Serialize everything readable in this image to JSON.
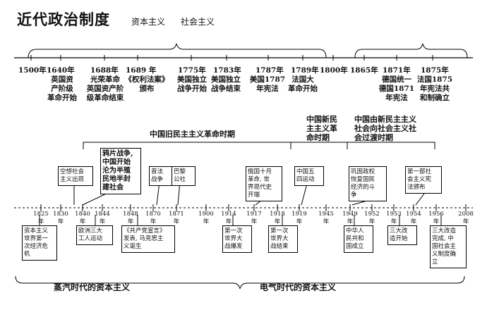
{
  "header": {
    "title": "近代政治制度",
    "tag_capitalism": "资本主义",
    "tag_socialism": "社会主义"
  },
  "timeline_top": {
    "years": [
      "1500年",
      "1640年",
      "1688年",
      "1689 年",
      "1775年",
      "1783年",
      "1787年",
      "1789年",
      "1800年",
      "1865年",
      "1871年",
      "1875年"
    ],
    "events": [
      "英国资\n产阶级\n革命开始",
      "光荣革命\n英国资产阶\n级革命结束",
      "《权利法案》\n颁布",
      "美国独立\n战争开始",
      "美国独立\n战争结束",
      "美国1787\n年宪法",
      "法国大\n革命开始",
      "德国统一\n德国1871\n年宪法",
      "法国1875\n年宪法共\n和制确立"
    ]
  },
  "periods": {
    "old_democratic": "中国旧民主主义革命时期",
    "new_democratic": "中国新民\n主主义革\n命时期",
    "transition": "中国由新民主主义\n社会向社会主义社\n会过渡时期"
  },
  "timeline_bottom": {
    "years": [
      "1825\n年",
      "1830\n年",
      "1840\n年",
      "1844\n年",
      "1848\n年",
      "1870\n年",
      "1871\n年",
      "1900\n年",
      "1914\n年",
      "1917\n年",
      "1918\n年",
      "1919\n年",
      "1945\n年",
      "1949\n年",
      "1952\n年",
      "1953\n年",
      "1954\n年",
      "1956\n年",
      "2008\n年"
    ],
    "above_boxes": [
      "空想社会\n主义出现",
      "鸦片战争,\n中国开始\n沦为半殖\n民地半封\n建社会",
      "普法\n战争",
      "巴黎\n公社",
      "俄国十月\n革命, 世\n界现代史\n开端",
      "中国五\n四运动",
      "巩固政权\n恢复国民\n经济的斗\n争",
      "第一部社\n会主义宪\n法颁布"
    ],
    "below_boxes": [
      "资本主义\n世界第一\n次经济危\n机",
      "欧洲三大\n工人运动",
      "《共产党宣言》\n发表, 马克思主\n义诞生",
      "第一次\n世界大\n战爆发",
      "第一次\n世界大\n战结束",
      "中华人\n民共和\n国成立",
      "三大改\n造开始",
      "三大改造\n完成, 中\n国社会主\n义制度确\n立"
    ]
  },
  "eras": {
    "steam": "蒸汽时代的资本主义",
    "electric": "电气时代的资本主义"
  }
}
